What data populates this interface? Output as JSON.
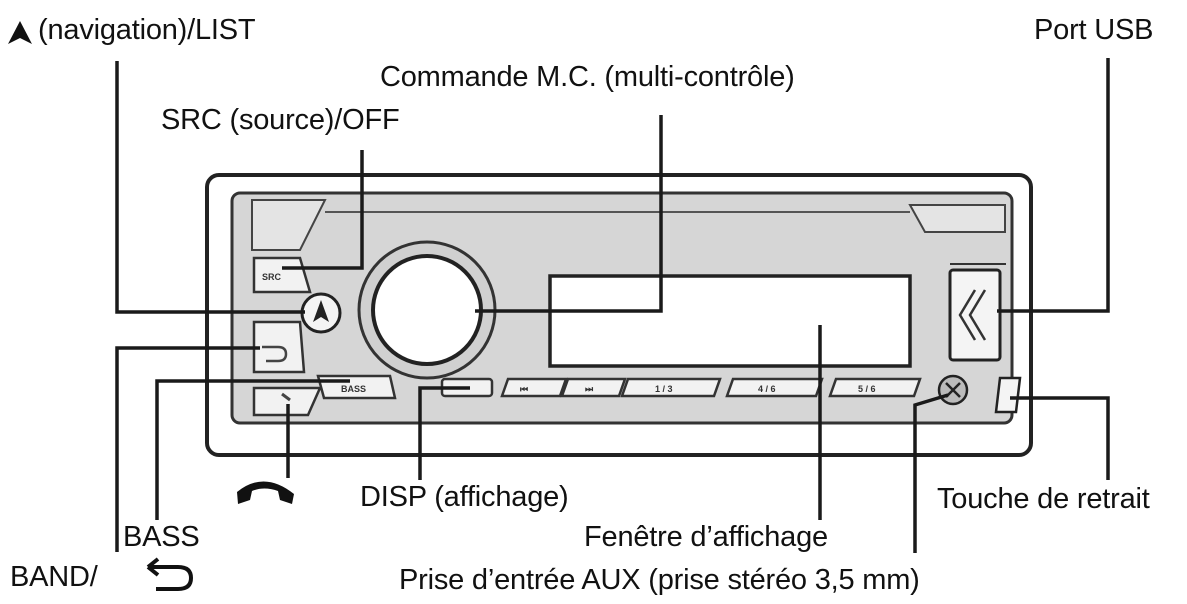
{
  "labels": {
    "navigation_list": "(navigation)/LIST",
    "port_usb": "Port USB",
    "commande_mc": "Commande M.C. (multi-contrôle)",
    "src_off": "SRC (source)/OFF",
    "disp": "DISP (affichage)",
    "touche_retrait": "Touche de retrait",
    "bass": "BASS",
    "fenetre": "Fenêtre d’affichage",
    "band": "BAND/",
    "prise_aux": "Prise d’entrée AUX (prise stéréo 3,5 mm)"
  },
  "device": {
    "src_button": "SRC",
    "bass_button": "BASS",
    "prev_track": "⏮",
    "next_track": "⏭",
    "preset_1_3": "1 / 3",
    "preset_4_6": "4 / 6",
    "preset_7_9": "5 / 6"
  },
  "icons": {
    "navigation": "up-arrow-icon",
    "band_back": "return-arrow-icon",
    "phone": "phone-handset-icon"
  }
}
